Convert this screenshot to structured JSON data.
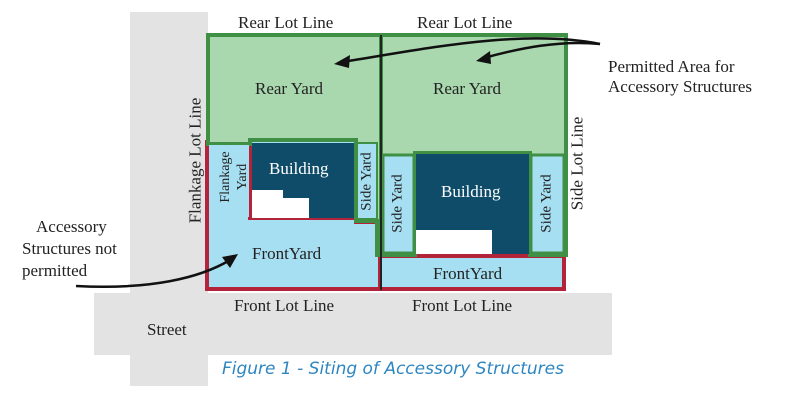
{
  "labels": {
    "rear_lot_line_left": "Rear Lot Line",
    "rear_lot_line_right": "Rear Lot Line",
    "rear_yard_left": "Rear Yard",
    "rear_yard_right": "Rear Yard",
    "flankage_lot_line": "Flankage  Lot Line",
    "side_lot_line": "Side Lot Line",
    "flankage_yard_line1": "Flankage",
    "flankage_yard_line2": "Yard",
    "building_left": "Building",
    "building_right": "Building",
    "side_yard_left": "Side Yard",
    "side_yard_mid": "Side Yard",
    "side_yard_right": "Side Yard",
    "front_yard_left": "FrontYard",
    "front_yard_right": "FrontYard",
    "front_lot_line_left": "Front Lot Line",
    "front_lot_line_right": "Front Lot Line",
    "street": "Street"
  },
  "callouts": {
    "permitted_line1": "Permitted Area for",
    "permitted_line2": "Accessory Structures",
    "not_permitted_line1": "Accessory",
    "not_permitted_line2": "Structures not",
    "not_permitted_line3": "permitted"
  },
  "caption": "Figure 1 - Siting of Accessory Structures",
  "colors": {
    "street_gray": "#e3e3e3",
    "permitted_green": "#a9d8ae",
    "permitted_border": "#3f8f45",
    "yard_blue": "#a7dff2",
    "not_permitted_border": "#b3243b",
    "building_navy": "#0f4c6a",
    "caption_blue": "#2e86c1"
  }
}
